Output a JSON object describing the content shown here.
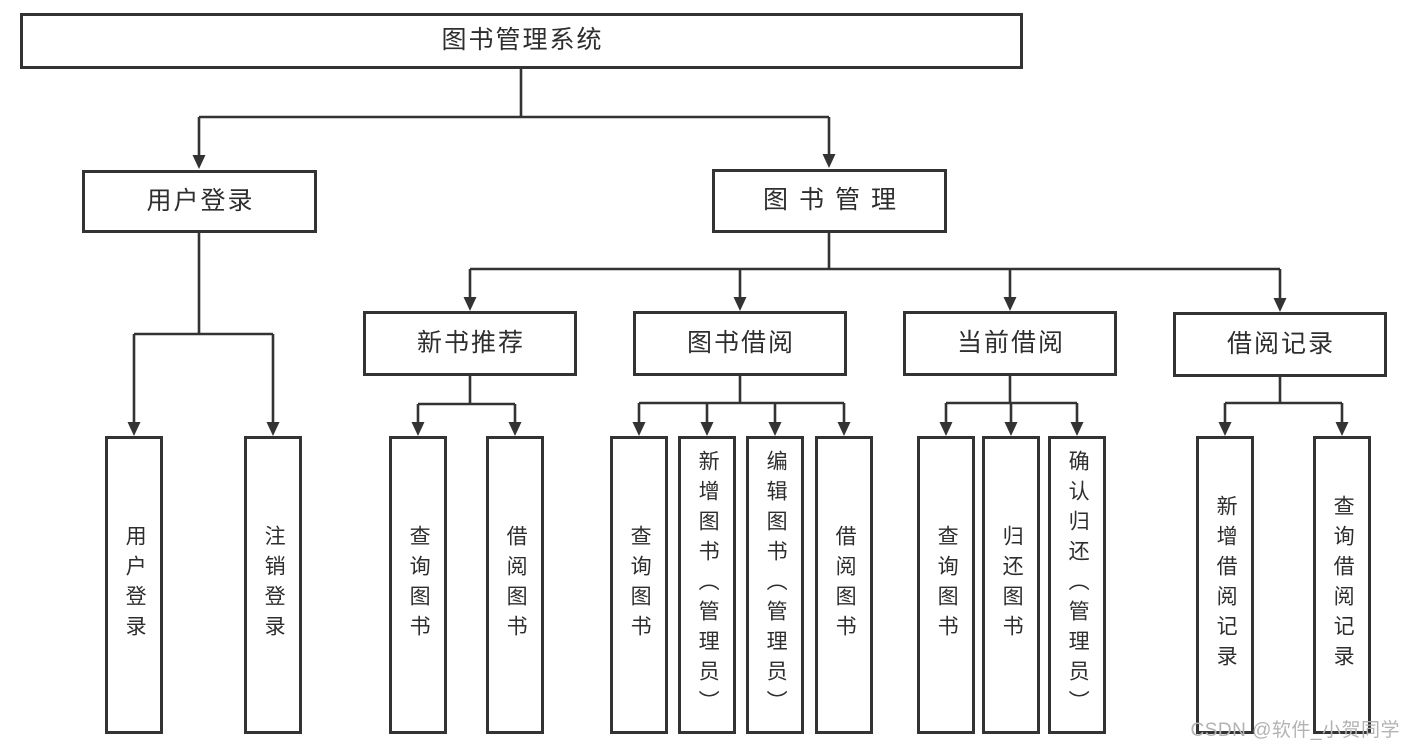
{
  "diagram": {
    "root": {
      "label": "图书管理系统"
    },
    "level2": [
      {
        "label": "用户登录"
      },
      {
        "label": "图书管理"
      }
    ],
    "level3": [
      {
        "label": "新书推荐"
      },
      {
        "label": "图书借阅"
      },
      {
        "label": "当前借阅"
      },
      {
        "label": "借阅记录"
      }
    ],
    "leaves": {
      "user_login": [
        "用户登录",
        "注销登录"
      ],
      "new_book_recommend": [
        "查询图书",
        "借阅图书"
      ],
      "book_borrowing": [
        "查询图书",
        "新增图书（管理员）",
        "编辑图书（管理员）",
        "借阅图书"
      ],
      "current_borrowing": [
        "查询图书",
        "归还图书",
        "确认归还（管理员）"
      ],
      "borrowing_records": [
        "新增借阅记录",
        "查询借阅记录"
      ]
    },
    "watermark": "CSDN @软件_小贺同学",
    "colors": {
      "line": "#333333",
      "text": "#2e2e2e",
      "watermark": "#b3b3b3",
      "background": "#ffffff"
    }
  }
}
